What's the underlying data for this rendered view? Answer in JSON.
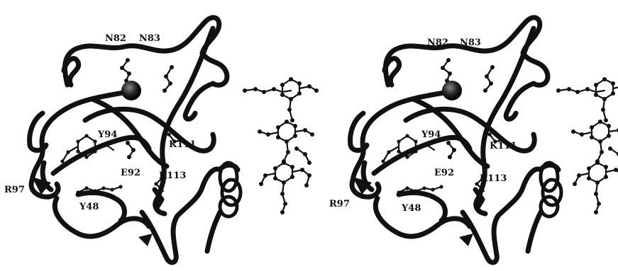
{
  "figure": {
    "left_panel": {
      "labels": {
        "n82": "N82",
        "n83": "N83",
        "y94": "Y94",
        "k111": "K111",
        "e92": "E92",
        "k113": "K113",
        "r97": "R97",
        "y48": "Y48"
      }
    },
    "right_panel": {
      "labels": {
        "n82": "N82",
        "n83": "N83",
        "y94": "Y94",
        "k111": "K111",
        "e92": "E92",
        "k113": "K113",
        "r97": "R97",
        "y48": "Y48"
      }
    },
    "colors": {
      "ink": "#111111",
      "background": "#ffffff"
    }
  }
}
